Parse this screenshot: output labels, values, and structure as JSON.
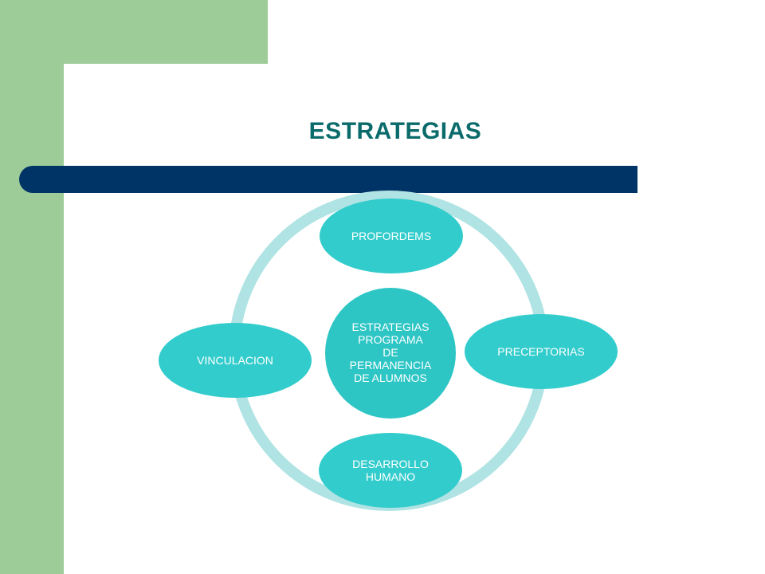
{
  "colors": {
    "green": "#9dcc98",
    "navy": "#003366",
    "title": "#0b6b6b",
    "node": "#33cccc",
    "ring": "#b0e3e3",
    "center": "#2ec5c5"
  },
  "title": "ESTRATEGIAS",
  "diagram": {
    "center": {
      "lines": [
        "ESTRATEGIAS",
        "PROGRAMA",
        "DE",
        "PERMANENCIA",
        "DE ALUMNOS"
      ]
    },
    "nodes": [
      {
        "id": "profordems",
        "lines": [
          "PROFORDEMS"
        ]
      },
      {
        "id": "preceptorias",
        "lines": [
          "PRECEPTORIAS"
        ]
      },
      {
        "id": "desarrollo-humano",
        "lines": [
          "DESARROLLO",
          "HUMANO"
        ]
      },
      {
        "id": "vinculacion",
        "lines": [
          "VINCULACION"
        ]
      }
    ]
  }
}
